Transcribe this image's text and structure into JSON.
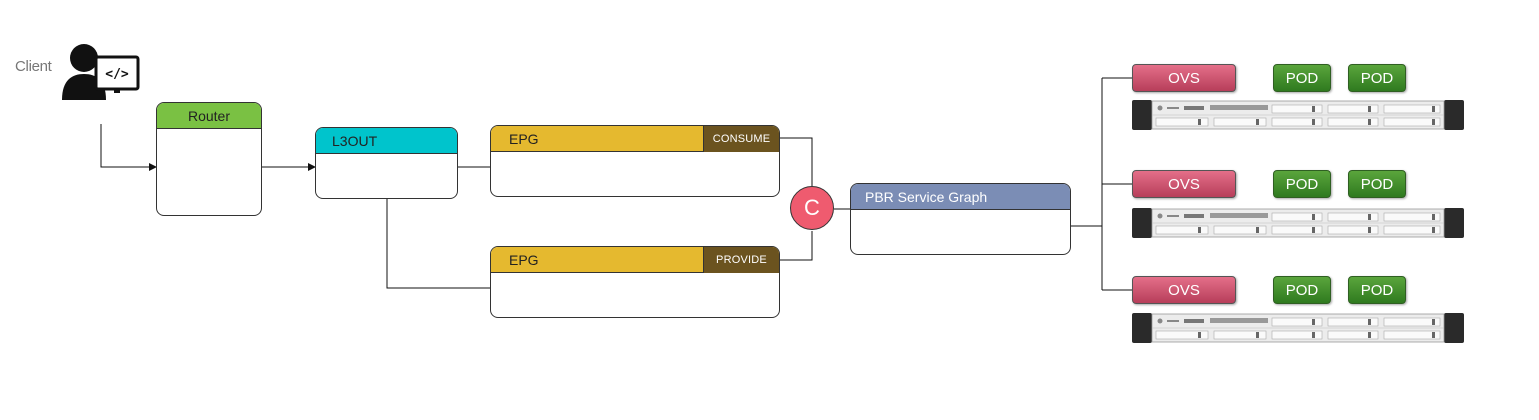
{
  "client": {
    "label": "Client",
    "icon": "developer-user-icon",
    "screen_text": "</>"
  },
  "router": {
    "label": "Router",
    "color": "#7ac143"
  },
  "l3out": {
    "label": "L3OUT",
    "color": "#00c4cc"
  },
  "epg_consume": {
    "label": "EPG",
    "tag": "CONSUME",
    "color": "#e5b92f",
    "tag_color": "#6b531f"
  },
  "epg_provide": {
    "label": "EPG",
    "tag": "PROVIDE",
    "color": "#e5b92f",
    "tag_color": "#6b531f"
  },
  "contract": {
    "label": "C",
    "color": "#ef5b6f"
  },
  "service_graph": {
    "label": "PBR Service Graph",
    "color": "#7b8db5"
  },
  "nodes": [
    {
      "ovs": "OVS",
      "pods": [
        "POD",
        "POD"
      ],
      "icon": "rack-server-icon"
    },
    {
      "ovs": "OVS",
      "pods": [
        "POD",
        "POD"
      ],
      "icon": "rack-server-icon"
    },
    {
      "ovs": "OVS",
      "pods": [
        "POD",
        "POD"
      ],
      "icon": "rack-server-icon"
    }
  ]
}
